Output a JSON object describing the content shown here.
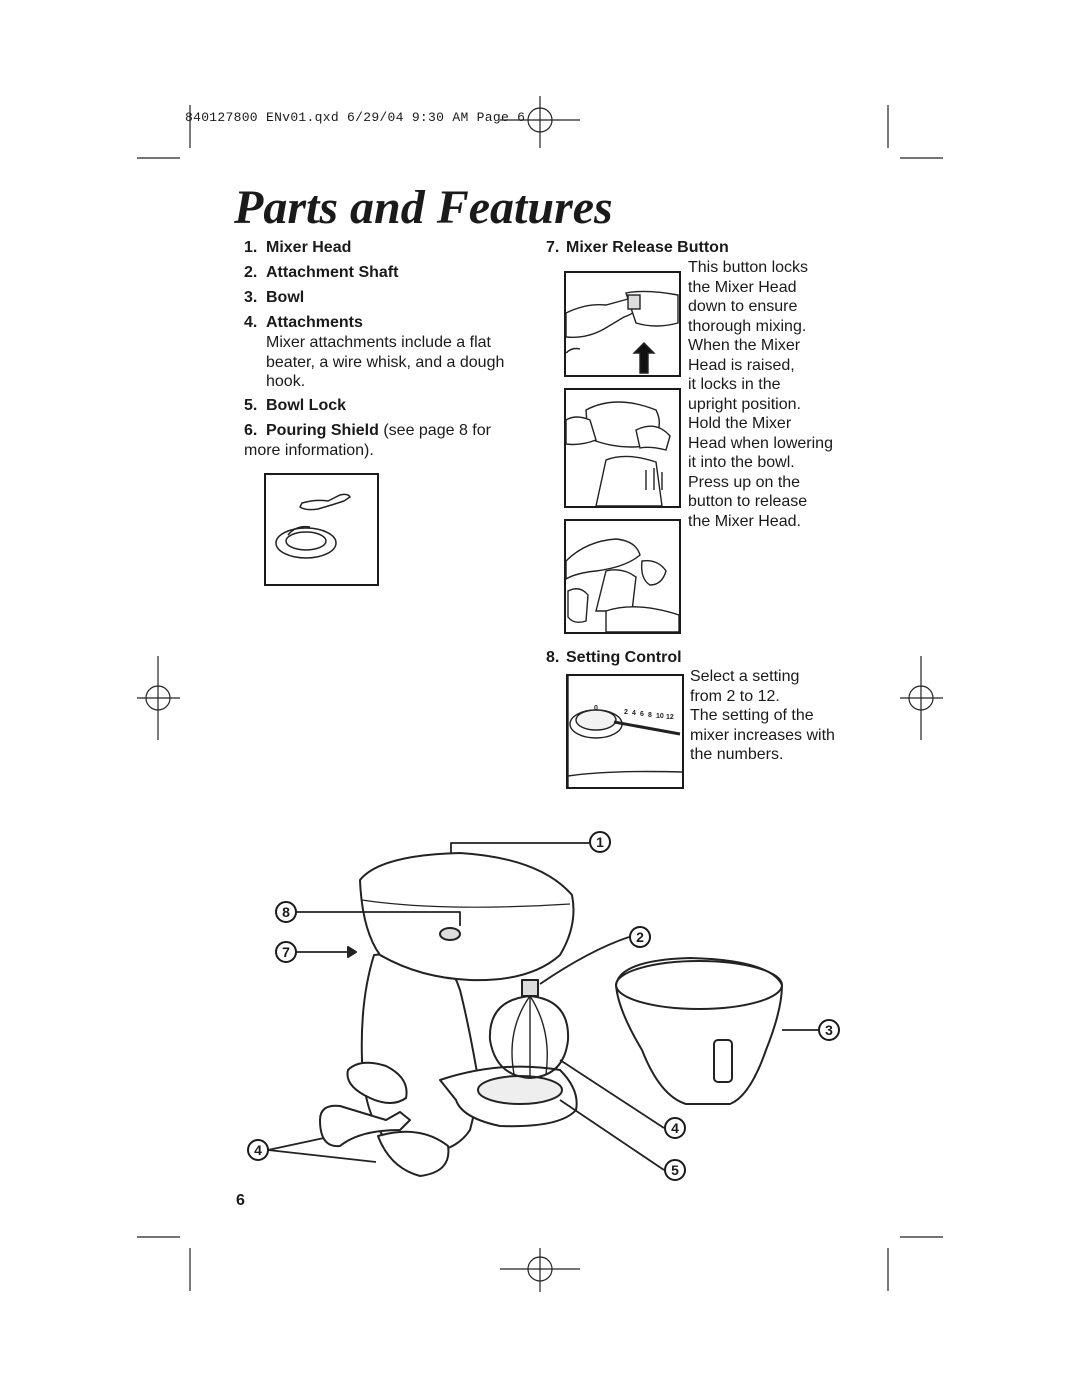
{
  "slug": "840127800 ENv01.qxd  6/29/04  9:30 AM  Page 6",
  "title": "Parts and Features",
  "left_list": [
    {
      "num": "1.",
      "label": "Mixer Head"
    },
    {
      "num": "2.",
      "label": "Attachment Shaft"
    },
    {
      "num": "3.",
      "label": "Bowl"
    },
    {
      "num": "4.",
      "label": "Attachments"
    }
  ],
  "attachments_desc": "Mixer attachments include a flat beater, a wire whisk, and a dough hook.",
  "bowl_lock": {
    "num": "5.",
    "label": "Bowl Lock"
  },
  "pouring_shield": {
    "num": "6.",
    "label": "Pouring Shield",
    "desc": " (see page 8 for more information)."
  },
  "release_button": {
    "num": "7.",
    "label": "Mixer Release Button",
    "lines": [
      "This button locks",
      "the Mixer Head",
      "down to ensure",
      "thorough mixing.",
      "When the Mixer",
      "Head is raised,",
      "it locks in the",
      "upright position.",
      "Hold the Mixer",
      "Head when lowering",
      "it into the bowl.",
      "Press up on the",
      "button to release",
      "the Mixer Head."
    ]
  },
  "setting_control": {
    "num": "8.",
    "label": "Setting Control",
    "lines": [
      "Select a setting",
      "from 2 to 12.",
      "The setting of the",
      "mixer increases with",
      "the numbers."
    ],
    "dial_marks": [
      "0",
      "2",
      "4",
      "6",
      "8",
      "10",
      "12"
    ]
  },
  "callouts": [
    "1",
    "2",
    "3",
    "4",
    "5",
    "7",
    "8",
    "4"
  ],
  "page_number": "6"
}
